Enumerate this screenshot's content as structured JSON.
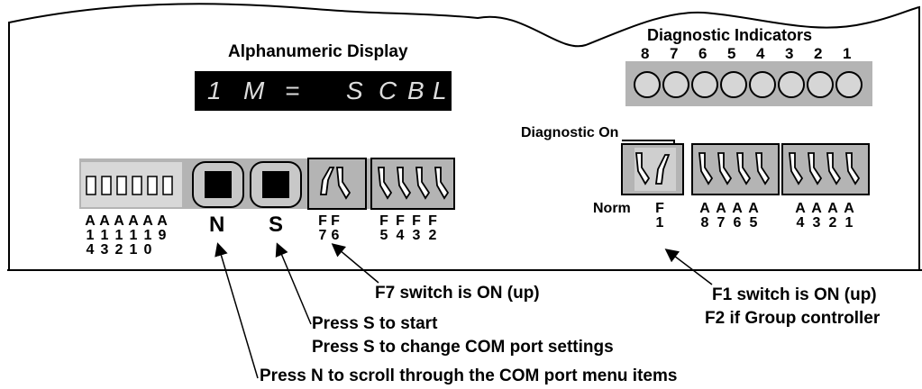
{
  "display": {
    "title": "Alphanumeric Display",
    "chars": [
      "1",
      "M",
      "=",
      "S",
      "C",
      "B",
      "L"
    ]
  },
  "indicators": {
    "title": "Diagnostic Indicators",
    "numbers": [
      "8",
      "7",
      "6",
      "5",
      "4",
      "3",
      "2",
      "1"
    ]
  },
  "left_panel": {
    "dip_labels": [
      {
        "top": "A",
        "rows": [
          "1",
          "4"
        ]
      },
      {
        "top": "A",
        "rows": [
          "1",
          "3"
        ]
      },
      {
        "top": "A",
        "rows": [
          "1",
          "2"
        ]
      },
      {
        "top": "A",
        "rows": [
          "1",
          "1"
        ]
      },
      {
        "top": "A",
        "rows": [
          "1",
          "0"
        ]
      },
      {
        "top": "A",
        "rows": [
          "9",
          ""
        ]
      }
    ],
    "n_label": "N",
    "s_label": "S",
    "f76": [
      {
        "top": "F",
        "bottom": "7"
      },
      {
        "top": "F",
        "bottom": "6"
      }
    ],
    "f5432": [
      {
        "top": "F",
        "bottom": "5"
      },
      {
        "top": "F",
        "bottom": "4"
      },
      {
        "top": "F",
        "bottom": "3"
      },
      {
        "top": "F",
        "bottom": "2"
      }
    ]
  },
  "right_panel": {
    "diagnostic_on": "Diagnostic On",
    "norm": "Norm",
    "f1": {
      "top": "F",
      "bottom": "1"
    },
    "a8765": [
      {
        "top": "A",
        "bottom": "8"
      },
      {
        "top": "A",
        "bottom": "7"
      },
      {
        "top": "A",
        "bottom": "6"
      },
      {
        "top": "A",
        "bottom": "5"
      }
    ],
    "a4321": [
      {
        "top": "A",
        "bottom": "4"
      },
      {
        "top": "A",
        "bottom": "3"
      },
      {
        "top": "A",
        "bottom": "2"
      },
      {
        "top": "A",
        "bottom": "1"
      }
    ]
  },
  "callouts": {
    "f7": "F7 switch is ON (up)",
    "f1": "F1 switch is ON (up)",
    "f2": "F2 if Group controller",
    "s_start": "Press S to start",
    "s_com": "Press S to change COM port settings",
    "n_scroll": "Press N to scroll through the COM port menu items"
  },
  "colors": {
    "panel_gray": "#b4b4b4",
    "led": "#d6d6d6",
    "display_bg": "#000000"
  }
}
